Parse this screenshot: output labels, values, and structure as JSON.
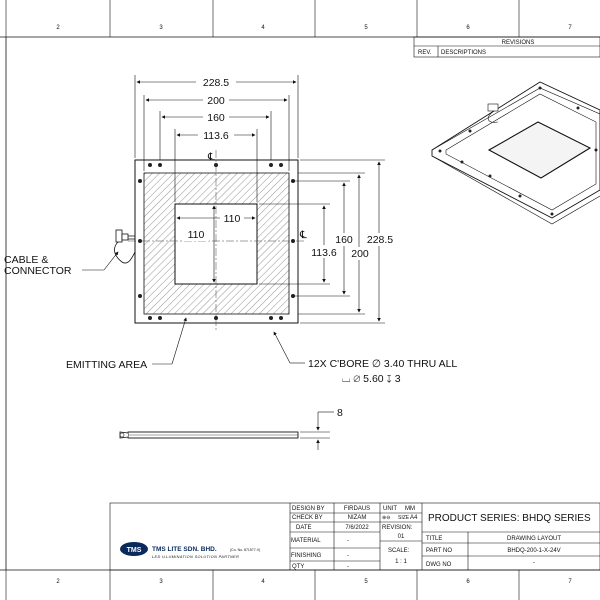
{
  "border": {
    "columns": [
      "2",
      "3",
      "4",
      "5",
      "6",
      "7"
    ]
  },
  "revisions": {
    "title": "REVISIONS",
    "rev_header": "REV.",
    "desc_header": "DESCRIPTIONS"
  },
  "dimensions": {
    "overall_width": "228.5",
    "hole_span_outer": "200",
    "hole_span_inner": "160",
    "window_width": "113.6",
    "window_inner_h": "110",
    "window_inner_v": "110",
    "centerline_symbol": "℄",
    "right_160": "160",
    "right_113_6": "113.6",
    "right_200": "200",
    "right_228_5": "228.5",
    "thickness": "8"
  },
  "callouts": {
    "cable_line1": "CABLE &",
    "cable_line2": "CONNECTOR",
    "emitting_area": "EMITTING AREA",
    "hole_line1": "12X C'BORE ∅ 3.40 THRU ALL",
    "hole_line2": "⌴ ∅ 5.60 ↧ 3"
  },
  "title_block": {
    "design_by_label": "DESIGN BY",
    "design_by_value": "FIRDAUS",
    "check_by_label": "CHECK BY",
    "check_by_value": "NIZAM",
    "date_label": "DATE",
    "date_value": "7/6/2022",
    "material_label": "MATERIAL",
    "material_value": "-",
    "finishing_label": "FINISHING",
    "finishing_value": "-",
    "qty_label": "QTY",
    "qty_value": "-",
    "unit_label": "UNIT",
    "unit_value": "MM",
    "size_label": "SIZE",
    "size_value": "A4",
    "revision_label": "REVISION:",
    "revision_value": "01",
    "scale_label": "SCALE:",
    "scale_value": "1 : 1",
    "product_series": "PRODUCT SERIES: BHDQ SERIES",
    "title_label": "TITLE",
    "title_value": "DRAWING LAYOUT",
    "part_no_label": "PART NO",
    "part_no_value": "BHDQ-200-1-X-24V",
    "dwg_no_label": "DWG NO",
    "dwg_no_value": "-",
    "company_logo": "TMS",
    "company_name": "TMS LITE SDN. BHD.",
    "company_reg": "(Co. No. 871577-V)",
    "company_tagline": "LED ILLUMINATION SOLUTION PARTNER"
  }
}
